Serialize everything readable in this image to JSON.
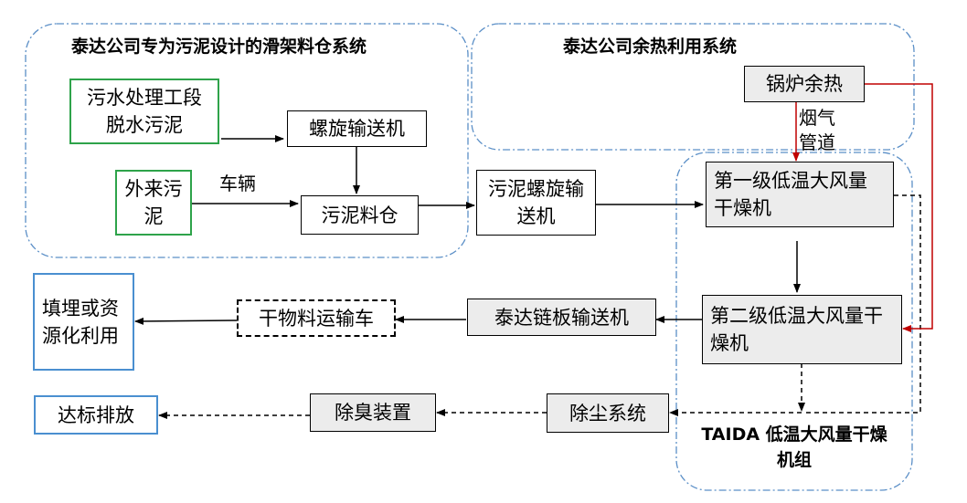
{
  "groups": {
    "sludge_silo": "泰达公司专为污泥设计的滑架料仓系统",
    "waste_heat": "泰达公司余热利用系统",
    "dryer_unit": "TAIDA 低温大风量干燥机组"
  },
  "nodes": {
    "dewatered_sludge": "污水处理工段脱水污泥",
    "external_sludge": "外来污泥",
    "screw_conveyor": "螺旋输送机",
    "sludge_silo": "污泥料仓",
    "sludge_screw_conveyor": "污泥螺旋输送机",
    "boiler_heat": "锅炉余热",
    "dryer_stage1": "第一级低温大风量干燥机",
    "dryer_stage2": "第二级低温大风量干燥机",
    "chain_conveyor": "泰达链板输送机",
    "dry_truck": "干物料运输车",
    "landfill_reuse": "填埋或资源化利用",
    "dust_removal": "除尘系统",
    "deodorization": "除臭装置",
    "compliant_discharge": "达标排放"
  },
  "edge_labels": {
    "vehicle": "车辆",
    "flue_pipe": "烟气管道"
  },
  "colors": {
    "green_border": "#2ea34a",
    "blue_border": "#4a8fd0",
    "group_border": "#5b8fc7",
    "hot_air": "#c00000",
    "gray_fill": "#ececec"
  }
}
